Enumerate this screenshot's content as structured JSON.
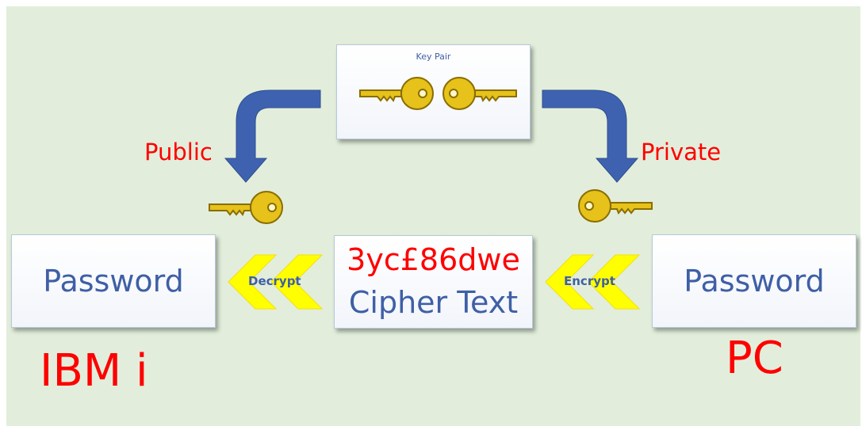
{
  "diagram": {
    "key_pair_label": "Key Pair",
    "public_label": "Public",
    "private_label": "Private",
    "left_password": "Password",
    "right_password": "Password",
    "cipher_value": "3yc£86dwe",
    "cipher_label": "Cipher Text",
    "decrypt_label": "Decrypt",
    "encrypt_label": "Encrypt",
    "left_host": "IBM i",
    "right_host": "PC"
  },
  "colors": {
    "background": "#e2eedb",
    "arrow_blue": "#3f62b0",
    "key_gold": "#e6c21a",
    "chevron_yellow": "#ffff00",
    "label_red": "#ff0000",
    "text_blue": "#3f5fa6"
  }
}
